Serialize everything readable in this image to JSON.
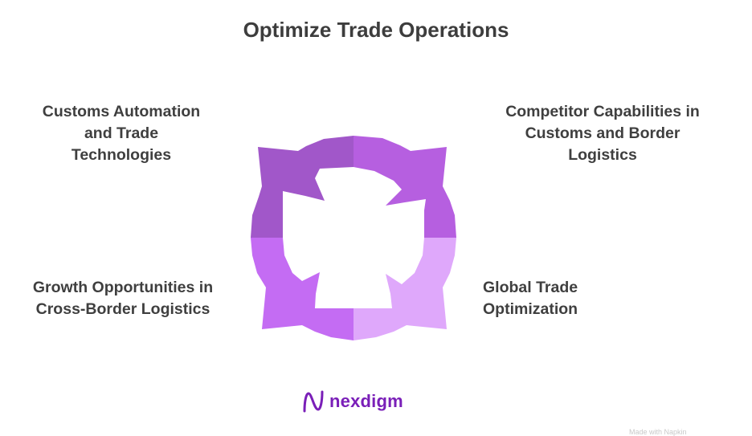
{
  "title": "Optimize Trade Operations",
  "quadrants": [
    {
      "position": "top-left",
      "lines": [
        "Customs Automation",
        "and Trade",
        "Technologies"
      ],
      "color": "#a157c9"
    },
    {
      "position": "top-right",
      "lines": [
        "Competitor Capabilities in",
        "Customs and Border",
        "Logistics"
      ],
      "color": "#b65fe0"
    },
    {
      "position": "bottom-left",
      "lines": [
        "Growth Opportunities in",
        "Cross-Border Logistics"
      ],
      "color": "#c46cf3"
    },
    {
      "position": "bottom-right",
      "lines": [
        "Global Trade",
        "Optimization"
      ],
      "color": "#dfa8fb"
    }
  ],
  "logo": {
    "text": "nexdigm",
    "color": "#7a1fb8"
  },
  "watermark": "Made with Napkin"
}
